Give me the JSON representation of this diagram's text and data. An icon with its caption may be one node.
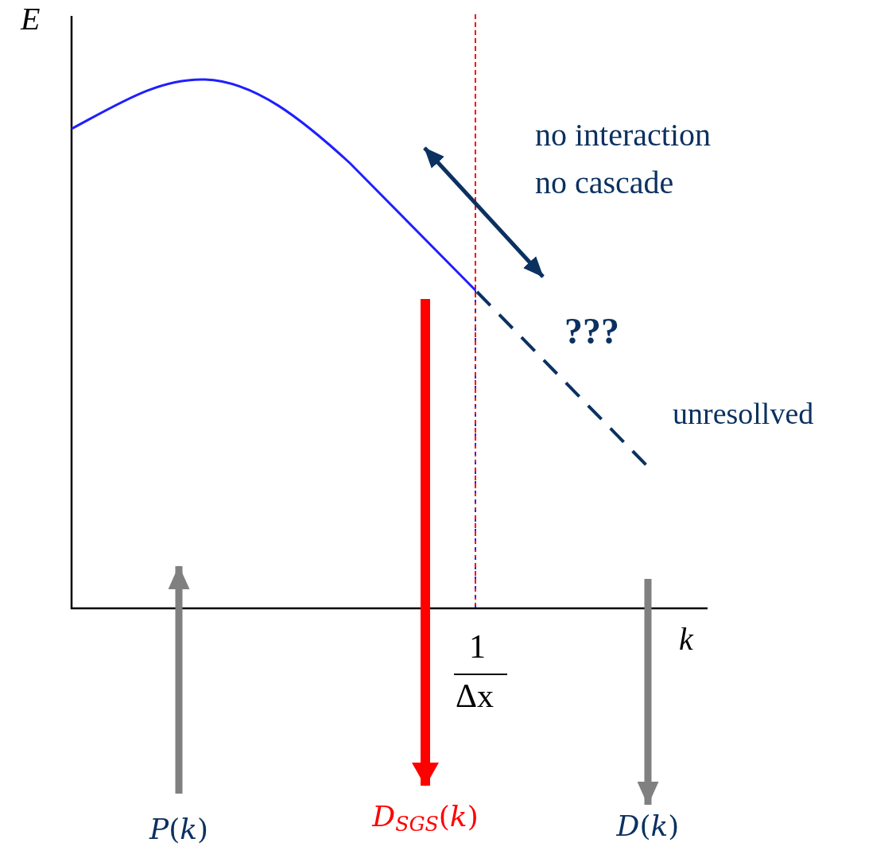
{
  "diagram": {
    "nodes": [
      {
        "text": [
          "*P*(*k*)"
        ]
      },
      {
        "text": [
          "*D*$_{SGS}$(*k*)"
        ]
      },
      {
        "text": [
          "*D*(*k*)"
        ]
      }
    ],
    "edges": [
      {
        "from": 0,
        "to": null,
        "arrow": "to"
      },
      {
        "from": null,
        "to": 1,
        "arrow": "to",
        "color": "#ff0000"
      },
      {
        "from": null,
        "to": 2,
        "arrow": "to"
      }
    ],
    "labels": [
      "E",
      "no interaction no cascade",
      "???",
      "unresollved",
      "k",
      "1",
      "Δx"
    ]
  }
}
